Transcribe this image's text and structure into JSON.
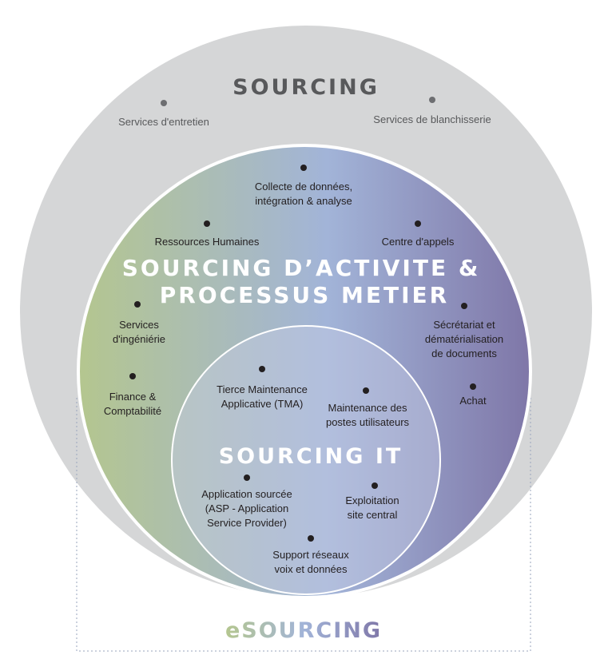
{
  "colors": {
    "outer_circle": "#d5d6d7",
    "gradient_start": "#b4c68f",
    "gradient_mid": "#a2b4d8",
    "gradient_end": "#7f77a8",
    "inner_circle": "#c6cde4",
    "dot": "#231f20",
    "outer_dot": "#6d6e71",
    "dashed_frame": "#9aa6bd"
  },
  "outer": {
    "title": "SOURCING",
    "items": [
      {
        "label": [
          "Services d'entretien"
        ]
      },
      {
        "label": [
          "Services de blanchisserie"
        ]
      }
    ]
  },
  "middle": {
    "title_line1": "SOURCING D’ACTIVITE &",
    "title_line2": "PROCESSUS METIER",
    "items": [
      {
        "label": [
          "Collecte de données,",
          "intégration & analyse"
        ]
      },
      {
        "label": [
          "Ressources Humaines"
        ]
      },
      {
        "label": [
          "Centre d'appels"
        ]
      },
      {
        "label": [
          "Services",
          "d'ingéniérie"
        ]
      },
      {
        "label": [
          "Sécrétariat et",
          "dématérialisation",
          "de documents"
        ]
      },
      {
        "label": [
          "Finance &",
          "Comptabilité"
        ]
      },
      {
        "label": [
          "Achat"
        ]
      }
    ]
  },
  "inner": {
    "title": "SOURCING IT",
    "items": [
      {
        "label": [
          "Tierce Maintenance",
          "Applicative (TMA)"
        ]
      },
      {
        "label": [
          "Maintenance des",
          "postes utilisateurs"
        ]
      },
      {
        "label": [
          "Application sourcée",
          "(ASP - Application",
          "Service Provider)"
        ]
      },
      {
        "label": [
          "Exploitation",
          "site central"
        ]
      },
      {
        "label": [
          "Support réseaux",
          "voix et données"
        ]
      }
    ]
  },
  "footer": {
    "esourcing": "eSOURCING"
  }
}
